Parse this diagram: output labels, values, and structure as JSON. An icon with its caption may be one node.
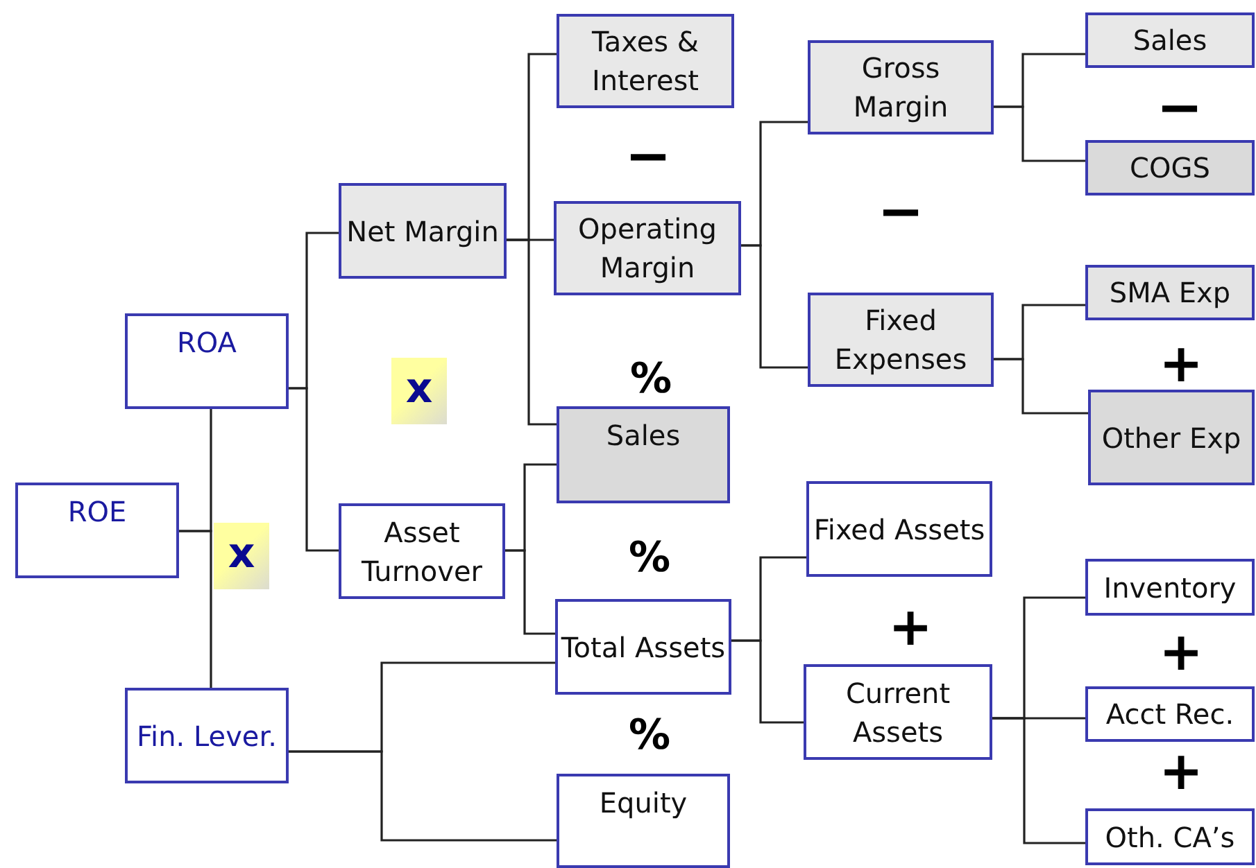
{
  "diagram": {
    "nodes": [
      {
        "text": [
          "ROE"
        ]
      },
      {
        "text": [
          "ROA"
        ]
      },
      {
        "text": [
          "Fin. Lever."
        ]
      },
      {
        "text": [
          "Net Margin"
        ]
      },
      {
        "text": [
          "Asset Turnover"
        ]
      },
      {
        "text": [
          "Taxes & Interest"
        ]
      },
      {
        "text": [
          "Operating Margin"
        ]
      },
      {
        "text": [
          "Sales"
        ]
      },
      {
        "text": [
          "Total Assets"
        ]
      },
      {
        "text": [
          "Equity"
        ]
      },
      {
        "text": [
          "Gross Margin"
        ]
      },
      {
        "text": [
          "Fixed Expenses"
        ]
      },
      {
        "text": [
          "Fixed Assets"
        ]
      },
      {
        "text": [
          "Current Assets"
        ]
      },
      {
        "text": [
          "Sales"
        ]
      },
      {
        "text": [
          "COGS"
        ]
      },
      {
        "text": [
          "SMA Exp"
        ]
      },
      {
        "text": [
          "Other Exp"
        ]
      },
      {
        "text": [
          "Inventory"
        ]
      },
      {
        "text": [
          "Acct Rec."
        ]
      },
      {
        "text": [
          "Oth. CA’s"
        ]
      }
    ],
    "edges": [
      {
        "from": 0,
        "to": 1,
        "arrow": "none"
      },
      {
        "from": 0,
        "to": 2,
        "arrow": "none"
      },
      {
        "from": 1,
        "to": 3,
        "arrow": "none"
      },
      {
        "from": 1,
        "to": 4,
        "arrow": "none"
      },
      {
        "from": 3,
        "to": 5,
        "arrow": "none"
      },
      {
        "from": 3,
        "to": 6,
        "arrow": "none"
      },
      {
        "from": 3,
        "to": 7,
        "arrow": "none"
      },
      {
        "from": 4,
        "to": 7,
        "arrow": "none"
      },
      {
        "from": 4,
        "to": 8,
        "arrow": "none"
      },
      {
        "from": 2,
        "to": 8,
        "arrow": "none"
      },
      {
        "from": 2,
        "to": 9,
        "arrow": "none"
      },
      {
        "from": 6,
        "to": 10,
        "arrow": "none"
      },
      {
        "from": 6,
        "to": 11,
        "arrow": "none"
      },
      {
        "from": 8,
        "to": 12,
        "arrow": "none"
      },
      {
        "from": 8,
        "to": 13,
        "arrow": "none"
      },
      {
        "from": 10,
        "to": 14,
        "arrow": "none"
      },
      {
        "from": 10,
        "to": 15,
        "arrow": "none"
      },
      {
        "from": 11,
        "to": 16,
        "arrow": "none"
      },
      {
        "from": 11,
        "to": 17,
        "arrow": "none"
      },
      {
        "from": 13,
        "to": 18,
        "arrow": "none"
      },
      {
        "from": 13,
        "to": 19,
        "arrow": "none"
      },
      {
        "from": 13,
        "to": 20,
        "arrow": "none"
      }
    ],
    "labels": [
      "−",
      "−",
      "−",
      "+",
      "%",
      "x",
      "%",
      "x",
      "+",
      "+",
      "%",
      "+"
    ]
  }
}
